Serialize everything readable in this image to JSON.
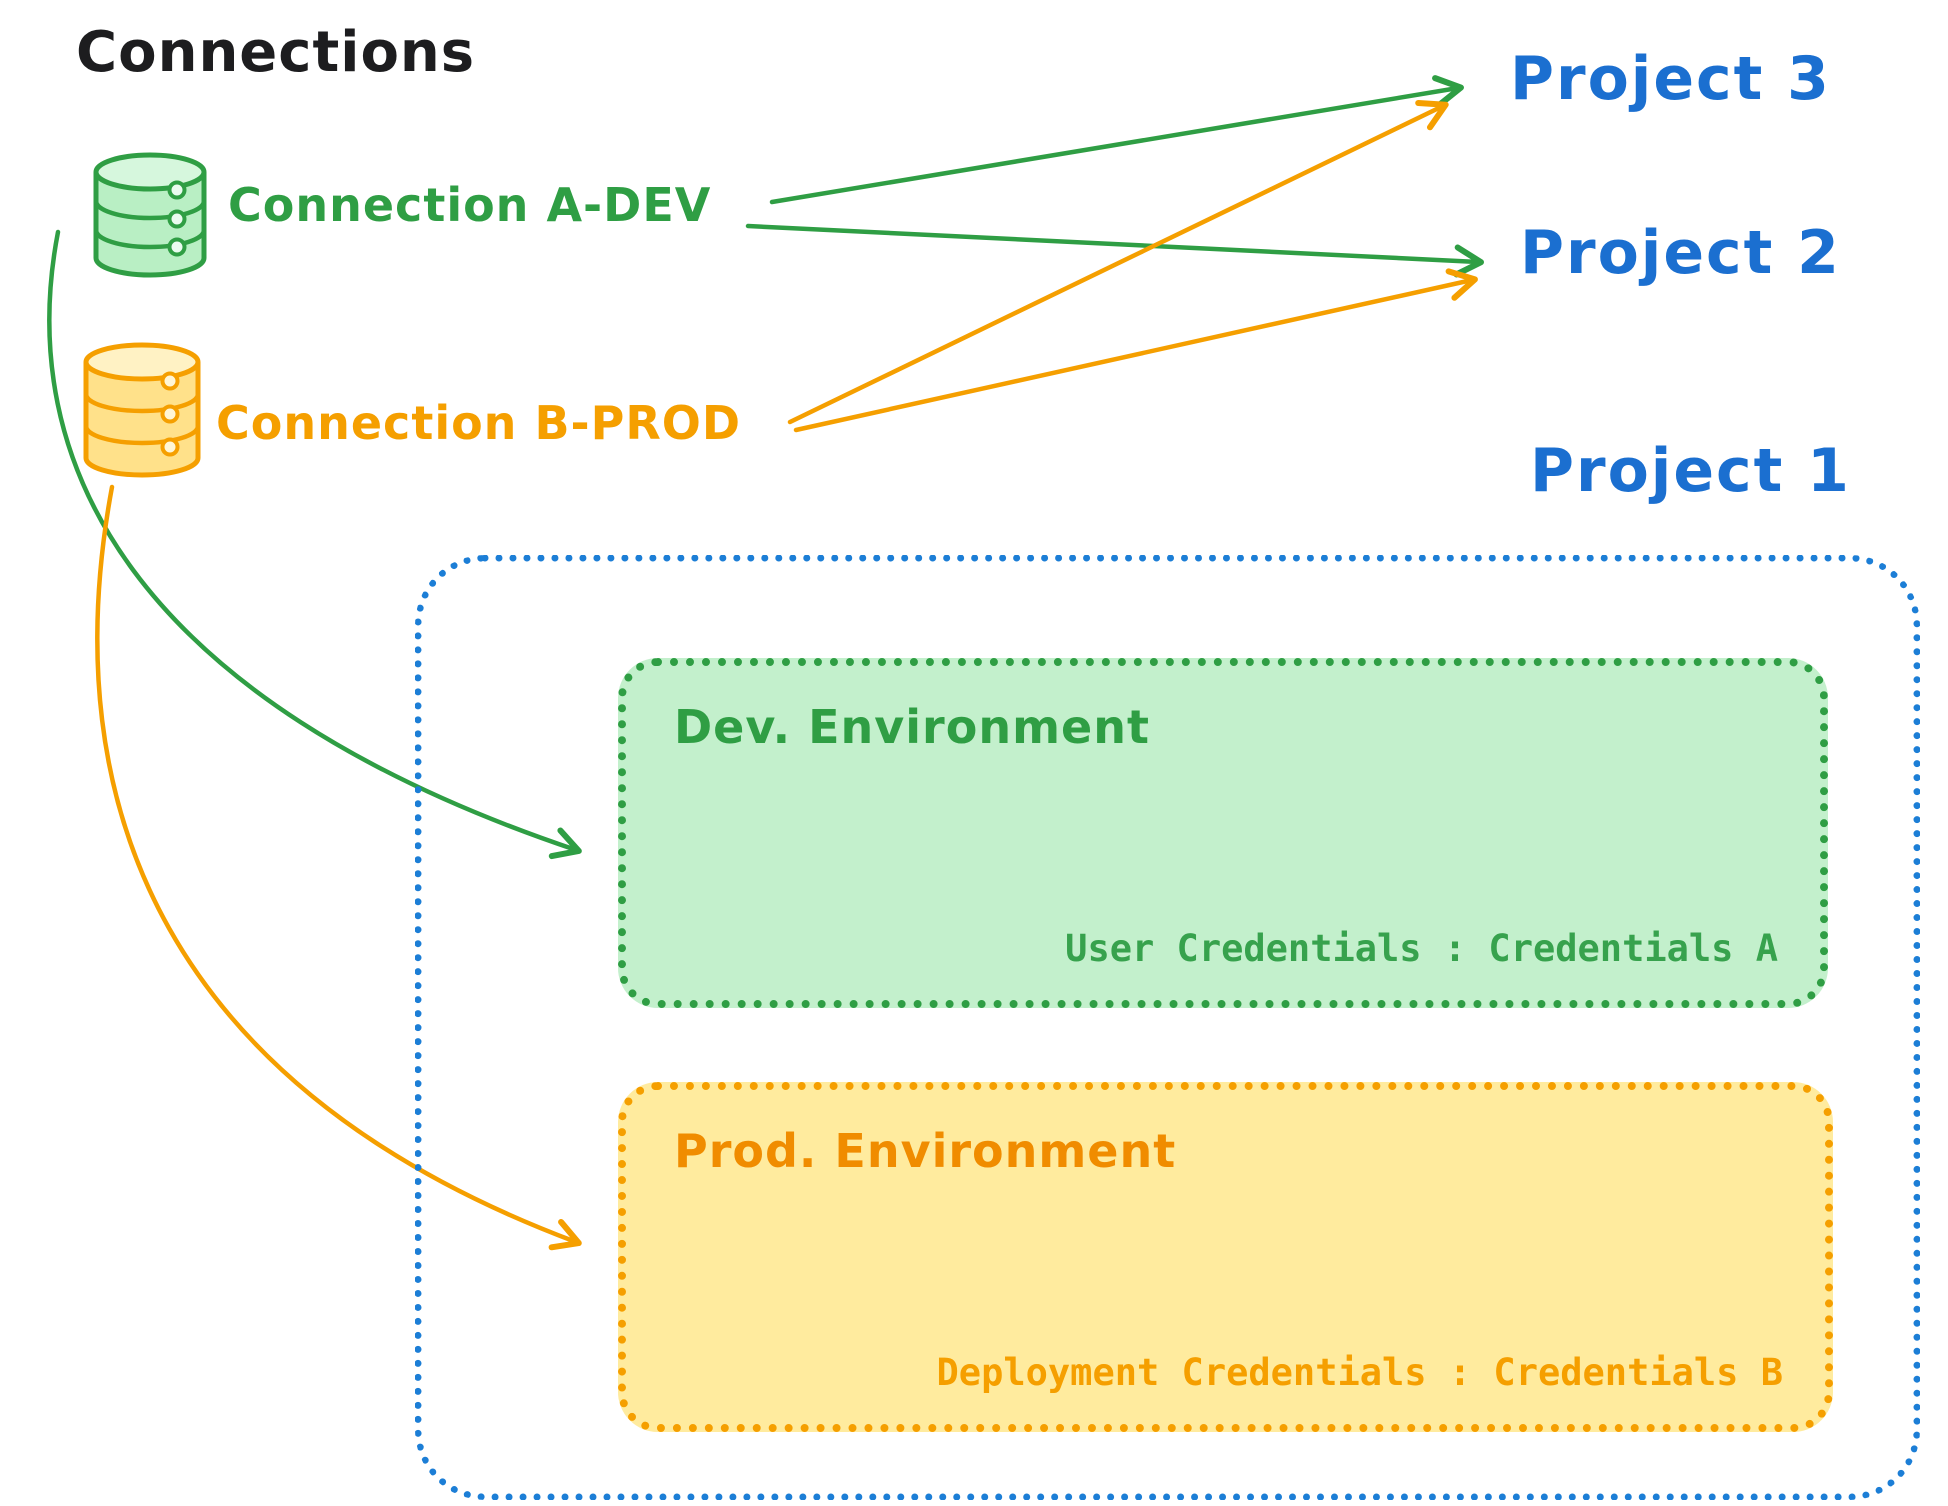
{
  "title": "Connections",
  "colors": {
    "green": "#2f9e44",
    "green_fill": "#c3f0cc",
    "orange": "#f59f00",
    "orange_fill": "#ffeb9e",
    "blue": "#1b6fd0",
    "title_black": "#1d1d1f"
  },
  "connections": [
    {
      "id": "a-dev",
      "label": "Connection A-DEV",
      "icon": "database-icon",
      "color": "#2f9e44",
      "targets": [
        "Project 3",
        "Project 2",
        "Dev. Environment"
      ]
    },
    {
      "id": "b-prod",
      "label": "Connection B-PROD",
      "icon": "database-icon",
      "color": "#f59f00",
      "targets": [
        "Project 3",
        "Project 2",
        "Prod. Environment"
      ]
    }
  ],
  "projects": {
    "project3": "Project 3",
    "project2": "Project 2",
    "project1": "Project 1"
  },
  "project1": {
    "dev": {
      "title": "Dev. Environment",
      "credentials": "User Credentials : Credentials A"
    },
    "prod": {
      "title": "Prod. Environment",
      "credentials": "Deployment Credentials : Credentials B"
    }
  }
}
